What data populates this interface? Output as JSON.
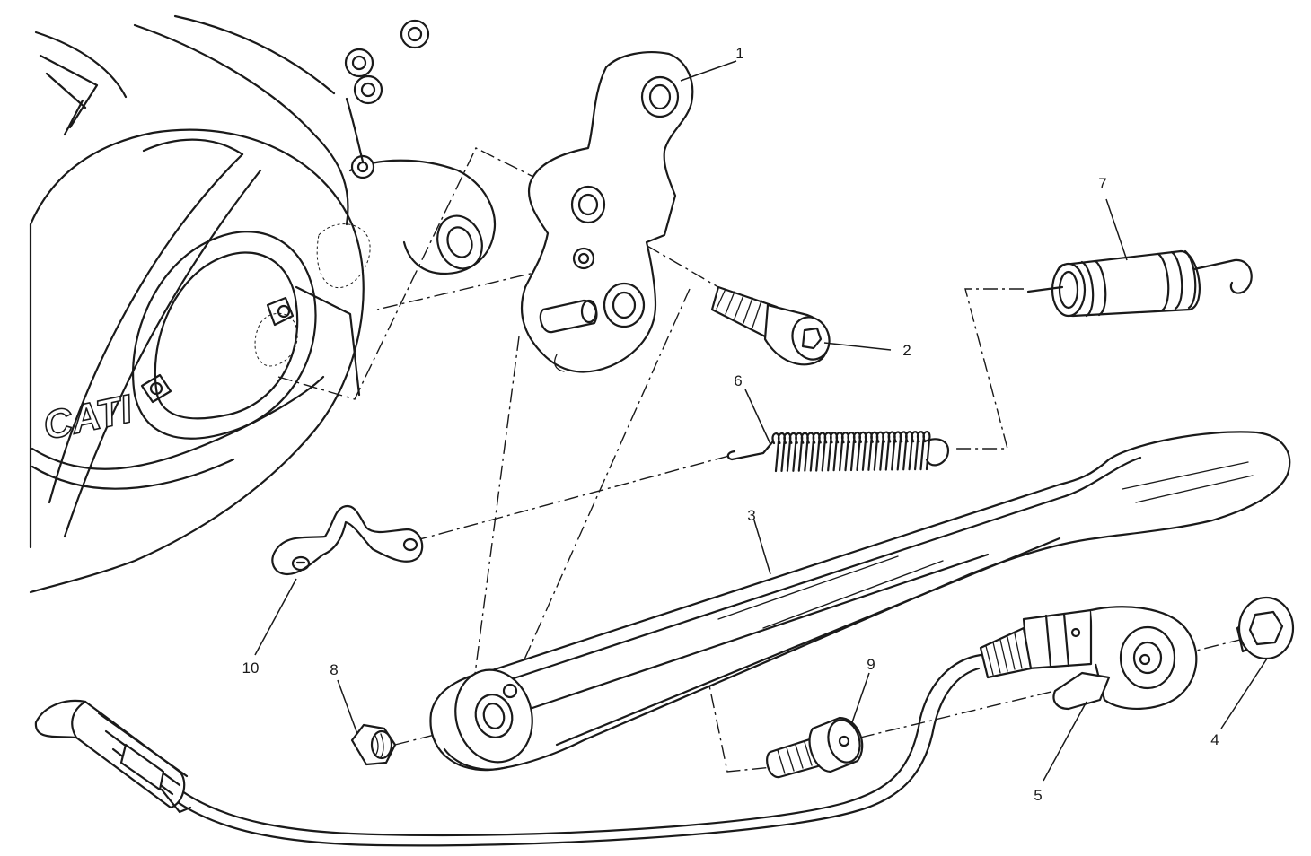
{
  "diagram": {
    "engine_case": {
      "brand_text": "CATI"
    },
    "callouts": [
      {
        "id": "callout-1",
        "label": "1"
      },
      {
        "id": "callout-2",
        "label": "2"
      },
      {
        "id": "callout-3",
        "label": "3"
      },
      {
        "id": "callout-4",
        "label": "4"
      },
      {
        "id": "callout-5",
        "label": "5"
      },
      {
        "id": "callout-6",
        "label": "6"
      },
      {
        "id": "callout-7",
        "label": "7"
      },
      {
        "id": "callout-8",
        "label": "8"
      },
      {
        "id": "callout-9",
        "label": "9"
      },
      {
        "id": "callout-10",
        "label": "10"
      }
    ]
  }
}
